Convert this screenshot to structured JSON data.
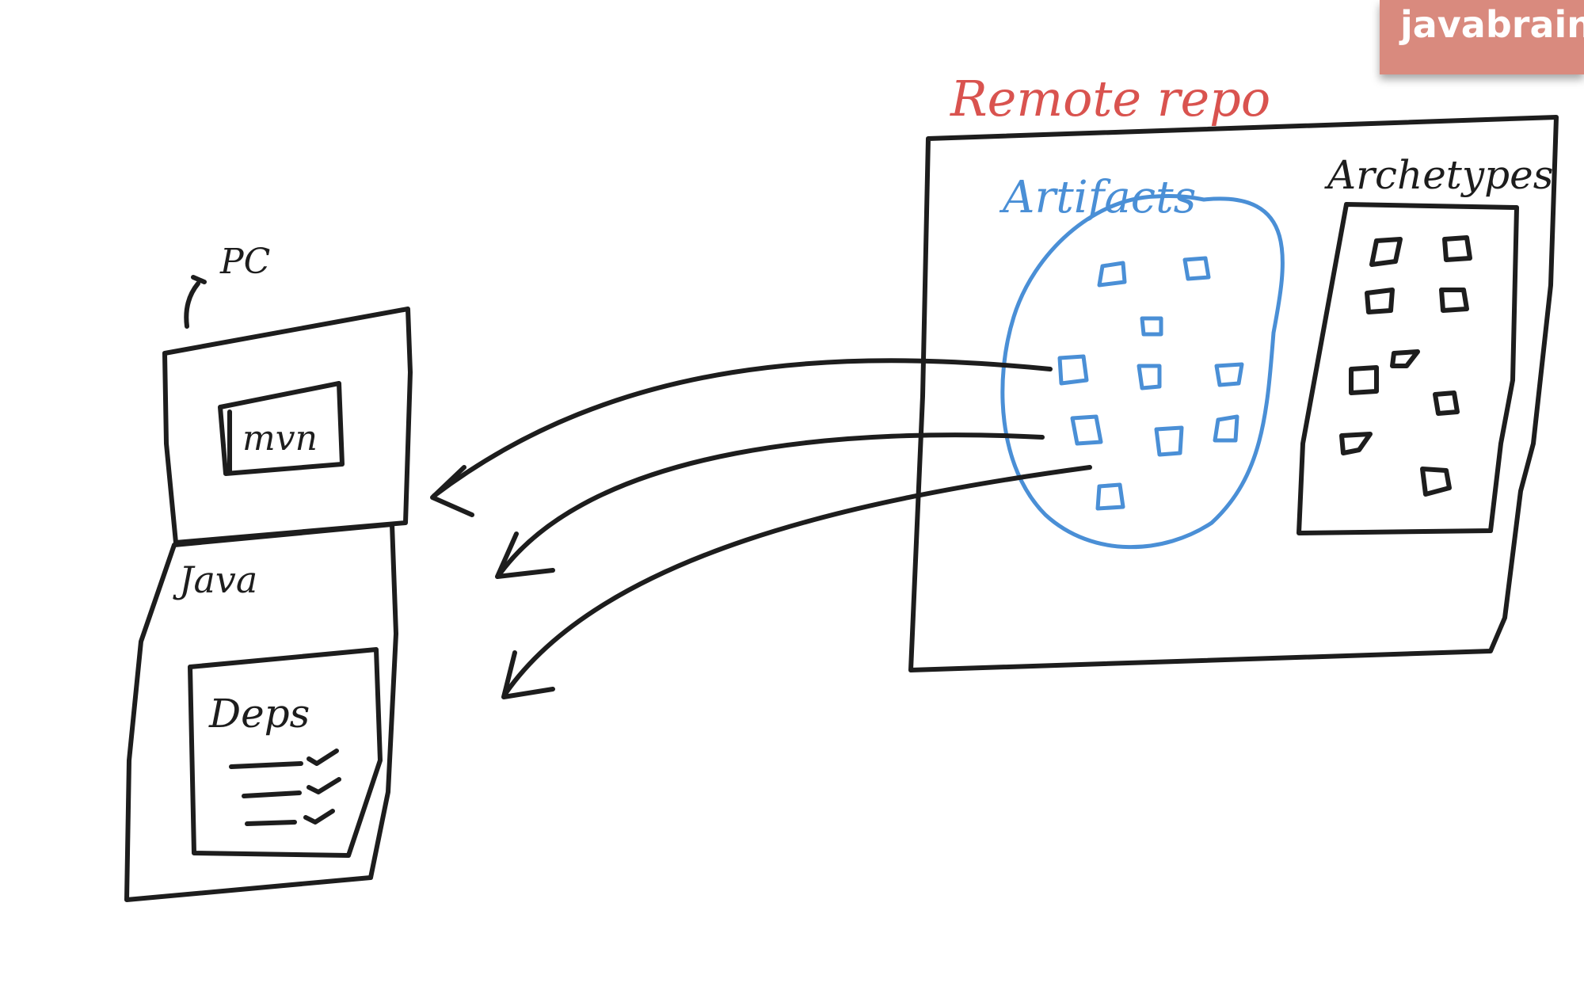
{
  "watermark": {
    "text": "javabrain"
  },
  "pc": {
    "label": "PC",
    "mvn_label": "mvn",
    "java_label": "Java",
    "deps_label": "Deps"
  },
  "remote_repo": {
    "label": "Remote repo",
    "artifacts_label": "Artifacts",
    "archetypes_label": "Archetypes"
  },
  "colors": {
    "ink": "#1d1d1d",
    "red_label": "#d9534f",
    "blue_artifacts": "#4a8fd6",
    "badge_bg": "#d98a7e"
  }
}
